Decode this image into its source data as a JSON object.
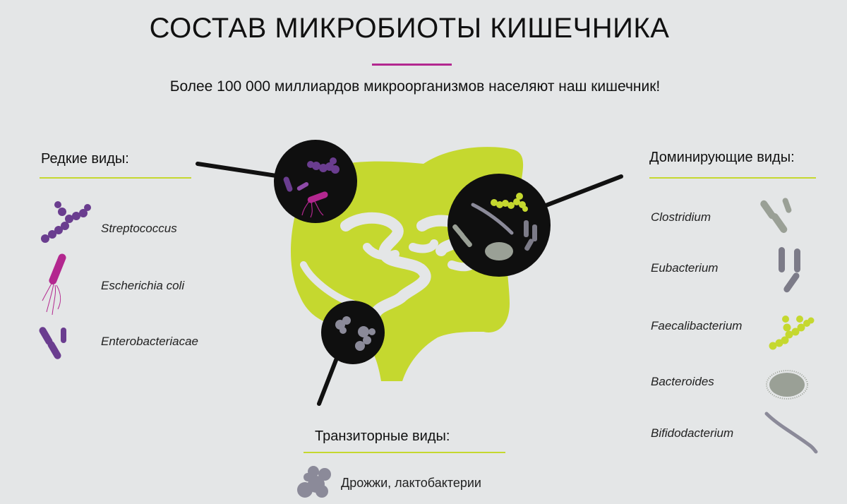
{
  "title": "СОСТАВ МИКРОБИОТЫ КИШЕЧНИКА",
  "subtitle": "Более 100 000 миллиардов микроорганизмов населяют наш кишечник!",
  "colors": {
    "background": "#e4e6e7",
    "intestine": "#c5d82f",
    "accent_rule": "#b3278f",
    "purple": "#6a3d8f",
    "magenta": "#b3278f",
    "grey": "#8b8a99"
  },
  "rare": {
    "heading": "Редкие виды:",
    "items": [
      {
        "name": "Streptococcus",
        "icon": "streptococcus-icon"
      },
      {
        "name": "Escherichia coli",
        "icon": "escherichia-coli-icon"
      },
      {
        "name": "Enterobacteriacae",
        "icon": "enterobacteriaceae-icon"
      }
    ]
  },
  "dominant": {
    "heading": "Доминирующие виды:",
    "items": [
      {
        "name": "Clostridium",
        "icon": "clostridium-icon"
      },
      {
        "name": "Eubacterium",
        "icon": "eubacterium-icon"
      },
      {
        "name": "Faecalibacterium",
        "icon": "faecalibacterium-icon"
      },
      {
        "name": "Bacteroides",
        "icon": "bacteroides-icon"
      },
      {
        "name": "Bifidodacterium",
        "icon": "bifidobacterium-icon"
      }
    ]
  },
  "transit": {
    "heading": "Транзиторные виды:",
    "items": [
      {
        "name": "Дрожжи, лактобактерии",
        "icon": "yeast-icon"
      }
    ]
  }
}
